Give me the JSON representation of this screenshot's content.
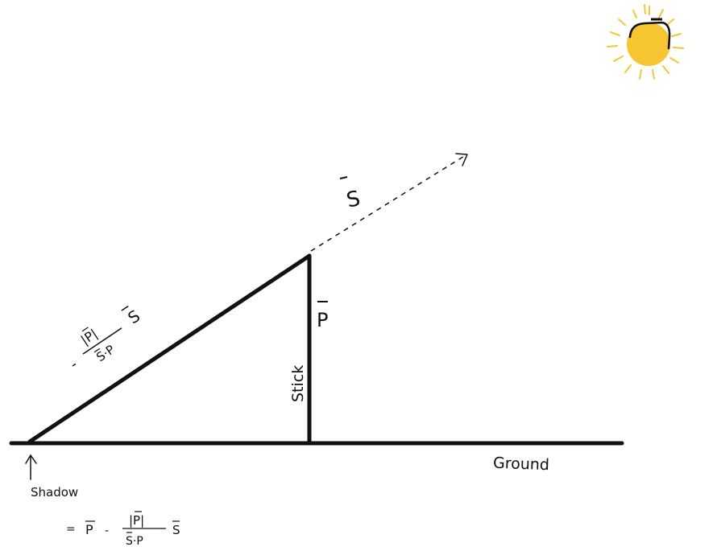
{
  "labels": {
    "sun_vector": "S",
    "stick_vector": "P",
    "stick": "Stick",
    "ground": "Ground",
    "shadow": "Shadow",
    "hyp_minus": "-",
    "hyp_numerator": "|P|",
    "hyp_denominator": "S·P",
    "hyp_vector": "S",
    "formula_eq": "=",
    "formula_p": "P",
    "formula_minus": "-",
    "formula_numerator": "|P|",
    "formula_denominator": "S·P",
    "formula_s": "S"
  },
  "colors": {
    "ink": "#111111",
    "sun": "#f7c531",
    "sun_ray": "#f7c531"
  }
}
